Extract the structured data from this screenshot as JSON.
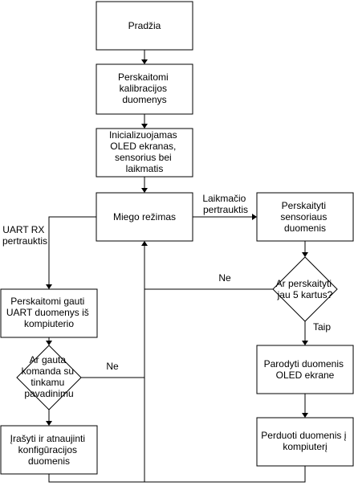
{
  "nodes": {
    "start": "Pradžia",
    "read_calibration": [
      "Perskaitomi",
      "kalibracijos",
      "duomenys"
    ],
    "init_devices": [
      "Inicializuojamas",
      "OLED ekranas,",
      "sensorius bei",
      "laikmatis"
    ],
    "sleep_mode": "Miego režimas",
    "read_sensor": [
      "Perskaityti",
      "sensoriaus",
      "duomenis"
    ],
    "decision_five_times": [
      "Ar perskaityti",
      "jau 5 kartus?"
    ],
    "show_oled": [
      "Parodyti duomenis",
      "OLED ekrane"
    ],
    "send_pc": [
      "Perduoti duomenis į",
      "kompiuterį"
    ],
    "read_uart": [
      "Perskaitomi gauti",
      "UART duomenys iš",
      "kompiuterio"
    ],
    "decision_command": [
      "Ar gauta",
      "komanda su",
      "tinkamu",
      "pavadinimu"
    ],
    "write_config": [
      "Įrašyti ir atnaujinti",
      "konfigūracijos",
      "duomenis"
    ]
  },
  "edge_labels": {
    "timer_interrupt": [
      "Laikmačio",
      "pertrauktis"
    ],
    "uart_interrupt": [
      "UART RX",
      "pertrauktis"
    ],
    "no_five": "Ne",
    "yes_five": "Taip",
    "no_command": "Ne"
  }
}
